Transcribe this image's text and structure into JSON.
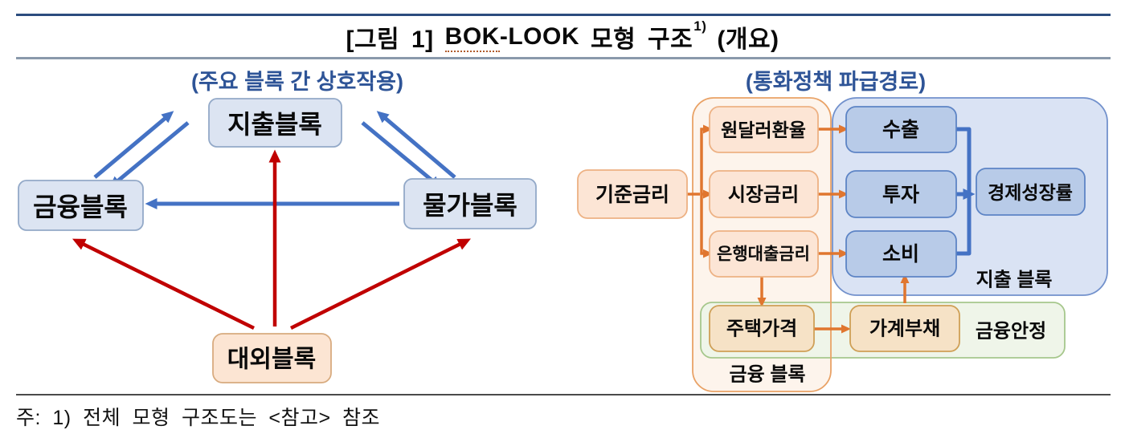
{
  "header": {
    "title_prefix": "[그림 1]",
    "title_bok": "BOK",
    "title_look": "-LOOK",
    "title_mid": "모형 구조",
    "title_sup": "1)",
    "title_suffix": "(개요)"
  },
  "left_diagram": {
    "subtitle": "(주요 블록 간 상호작용)",
    "nodes": {
      "expenditure": "지출블록",
      "finance": "금융블록",
      "price": "물가블록",
      "external": "대외블록"
    }
  },
  "right_diagram": {
    "subtitle": "(통화정책 파급경로)",
    "nodes": {
      "base_rate": "기준금리",
      "fx_rate": "원달러환율",
      "market_rate": "시장금리",
      "bank_loan_rate": "은행대출금리",
      "exports": "수출",
      "investment": "투자",
      "consumption": "소비",
      "growth": "경제성장률",
      "house_price": "주택가격",
      "household_debt": "가계부채"
    },
    "group_labels": {
      "expenditure_block": "지출 블록",
      "financial_stability": "금융안정",
      "finance_block": "금융 블록"
    }
  },
  "footnote": "주: 1) 전체 모형 구조도는 <참고> 참조",
  "colors": {
    "blue_arrow": "#4472C4",
    "red_arrow": "#C00000",
    "orange_arrow": "#E0762F",
    "subtitle_text": "#2E5497",
    "light_blue_node_fill": "#DCE4F2",
    "deep_blue_node_fill": "#B8CBE8",
    "peach_node_fill": "#FCE5D5",
    "tan_node_fill": "#F6E2C6",
    "blue_container_fill": "#DAE3F4",
    "peach_container_fill": "#FDF4EC",
    "green_container_fill": "#EFF5E9"
  }
}
